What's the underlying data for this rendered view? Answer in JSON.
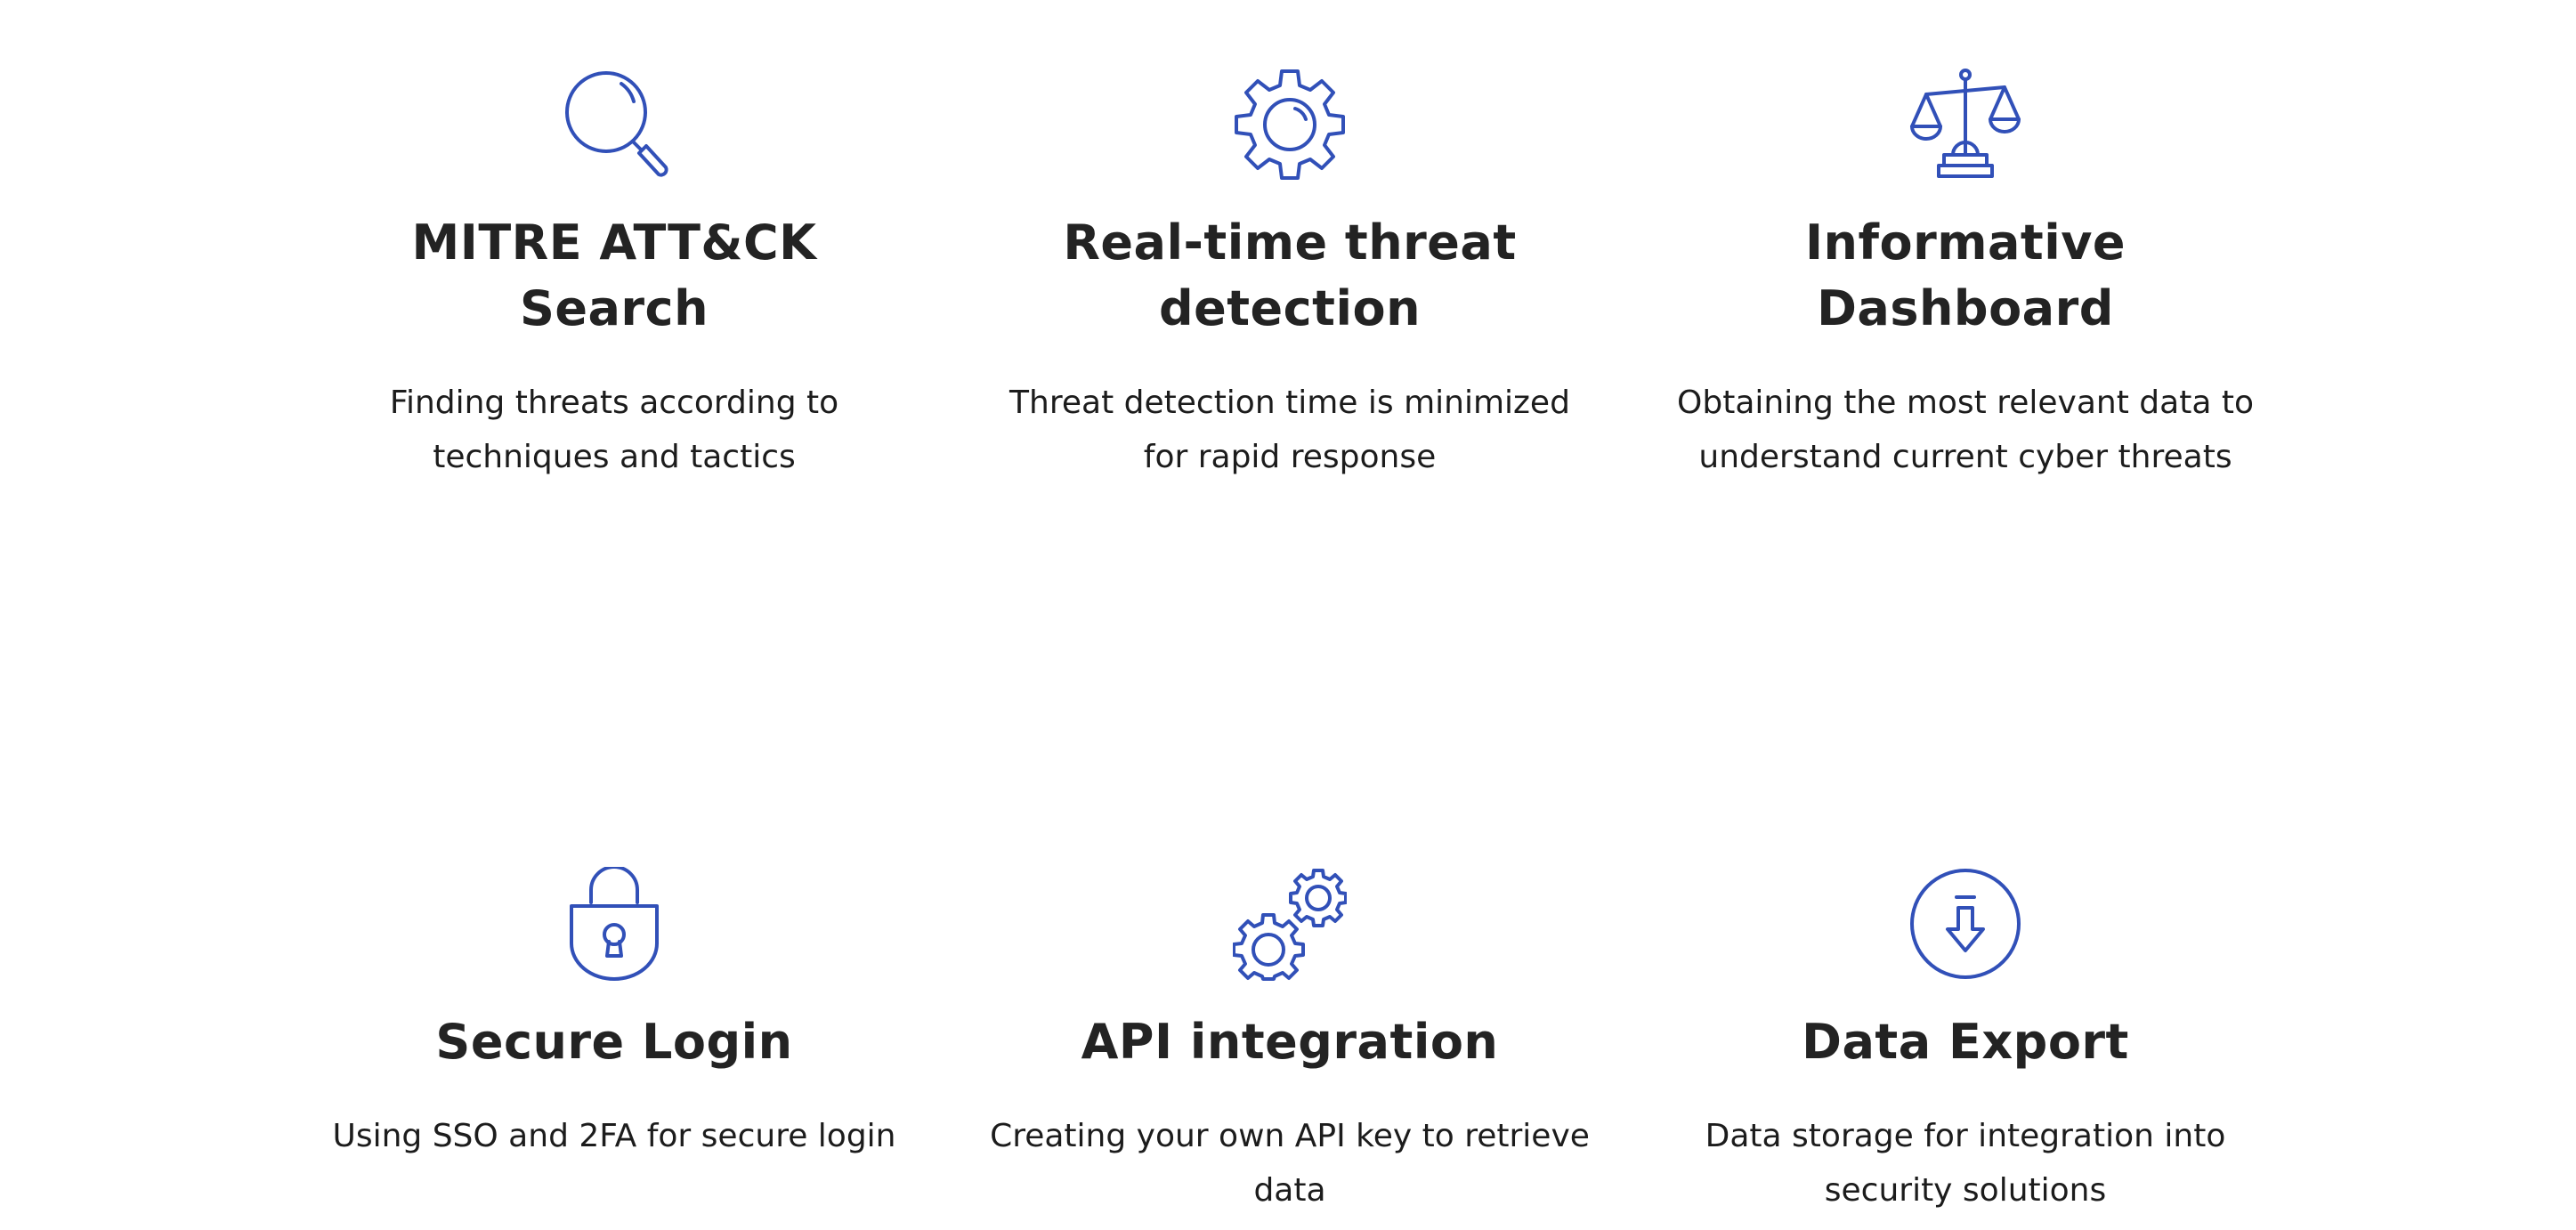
{
  "theme": {
    "icon_color": "#3150b8",
    "heading_color": "#232323",
    "text_color": "#1c1c1c",
    "background": "#ffffff"
  },
  "features": [
    {
      "icon": "magnifier-icon",
      "title": "MITRE ATT&CK Search",
      "description": "Finding threats according to techniques and tactics"
    },
    {
      "icon": "gear-icon",
      "title": "Real-time threat detection",
      "description": "Threat detection time is minimized for rapid response"
    },
    {
      "icon": "scales-icon",
      "title": "Informative Dashboard",
      "description": "Obtaining the most relevant data to understand current cyber threats"
    },
    {
      "icon": "padlock-icon",
      "title": "Secure Login",
      "description": "Using SSO and 2FA for secure login"
    },
    {
      "icon": "gears-icon",
      "title": "API integration",
      "description": "Creating your own API key to retrieve data"
    },
    {
      "icon": "download-icon",
      "title": "Data Export",
      "description": "Data storage for integration into security solutions"
    }
  ]
}
